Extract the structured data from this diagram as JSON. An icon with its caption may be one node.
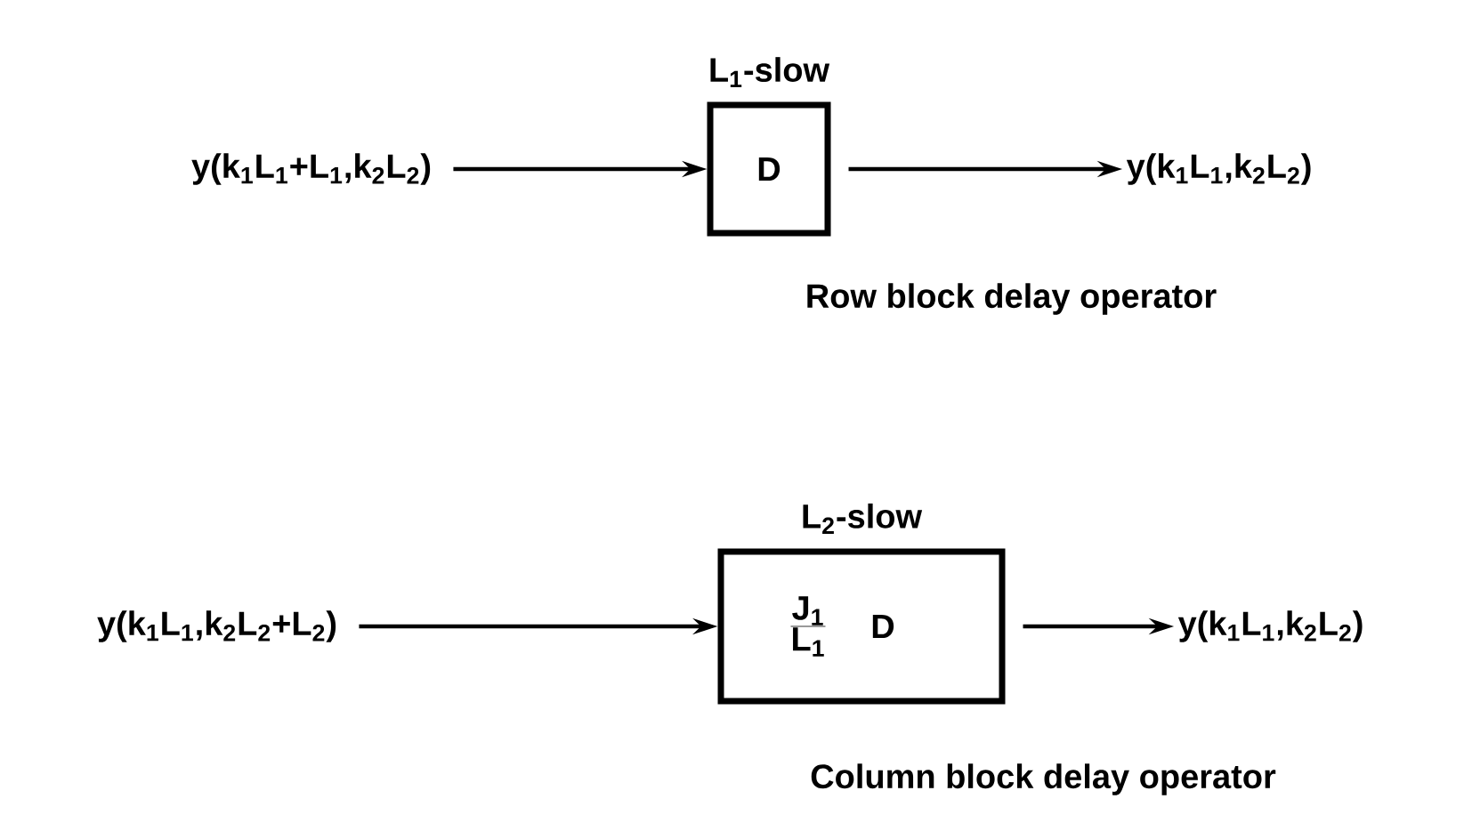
{
  "diagram": {
    "nodes": [
      {
        "text": [
          "y(k$_{1}$L$_{1}$+L$_{1}$,k$_{2}$L$_{2}$)"
        ]
      },
      {
        "text": [
          "L$_{1}$-slow",
          "D"
        ]
      },
      {
        "text": [
          "y(k$_{1}$L$_{1}$,k$_{2}$L$_{2}$)"
        ]
      },
      {
        "text": [
          "y(k$_{1}$L$_{1}$,k$_{2}$L$_{2}$+L$_{2}$)"
        ]
      },
      {
        "text": [
          "L$_{2}$-slow",
          "J$_{1}$",
          "L$_{1}$",
          "D"
        ]
      },
      {
        "text": [
          "y(k$_{1}$L$_{1}$,k$_{2}$L$_{2}$)"
        ]
      }
    ],
    "edges": [
      {
        "from": 0,
        "to": 1,
        "arrow": "to"
      },
      {
        "from": 1,
        "to": 2,
        "arrow": "to"
      },
      {
        "from": 3,
        "to": 4,
        "arrow": "to"
      },
      {
        "from": 4,
        "to": 5,
        "arrow": "to"
      }
    ],
    "labels": [
      "Row block delay operator",
      "Column block delay operator"
    ]
  }
}
